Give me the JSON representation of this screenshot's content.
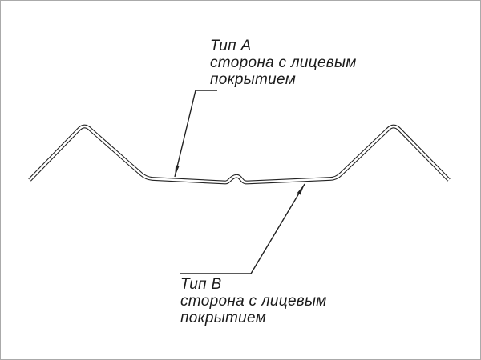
{
  "canvas": {
    "background": "#ffffff",
    "border_color": "#aaaaaa",
    "line_color": "#232323",
    "text_color": "#1a1a1a"
  },
  "callouts": {
    "type_a": {
      "title": "Тип А",
      "desc_line1": "сторона с лицевым",
      "desc_line2": "покрытием"
    },
    "type_b": {
      "title": "Тип В",
      "desc_line1": "сторона с лицевым",
      "desc_line2": "покрытием"
    }
  }
}
